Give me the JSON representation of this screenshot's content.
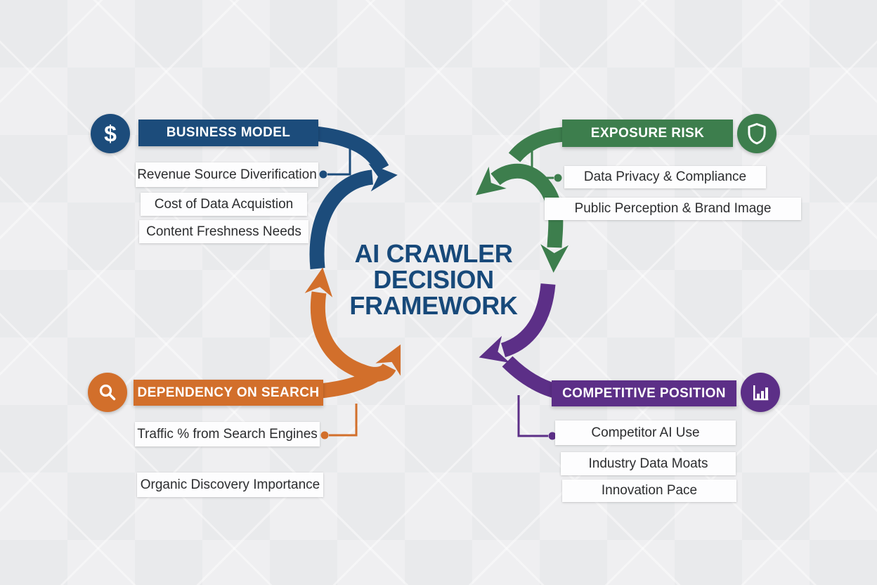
{
  "title": {
    "lines": [
      "AI CRAWLER",
      "DECISION",
      "FRAMEWORK"
    ]
  },
  "colors": {
    "blue": "#1c4c7b",
    "green": "#3d7e4d",
    "orange": "#d26f2b",
    "purple": "#5c2f87",
    "title_navy": "#17497a",
    "item_text": "#2c2d2f",
    "background": "#ebecee"
  },
  "sections": {
    "business_model": {
      "label": "BUSINESS MODEL",
      "icon": "dollar-icon",
      "icon_glyph": "$",
      "color": "#1c4c7b",
      "items": [
        "Revenue Source Diverification",
        "Cost of Data Acquistion",
        "Content Freshness Needs"
      ]
    },
    "exposure_risk": {
      "label": "EXPOSURE RISK",
      "icon": "shield-icon",
      "color": "#3d7e4d",
      "items": [
        "Data Privacy & Compliance",
        "Public Perception & Brand Image"
      ]
    },
    "dependency_on_search": {
      "label": "DEPENDENCY ON SEARCH",
      "icon": "search-icon",
      "color": "#d26f2b",
      "items": [
        "Traffic % from Search Engines",
        "Organic Discovery Importance"
      ]
    },
    "competitive_position": {
      "label": "COMPETITIVE POSITION",
      "icon": "bar-chart-icon",
      "color": "#5c2f87",
      "items": [
        "Competitor AI Use",
        "Industry Data Moats",
        "Innovation Pace"
      ]
    }
  }
}
